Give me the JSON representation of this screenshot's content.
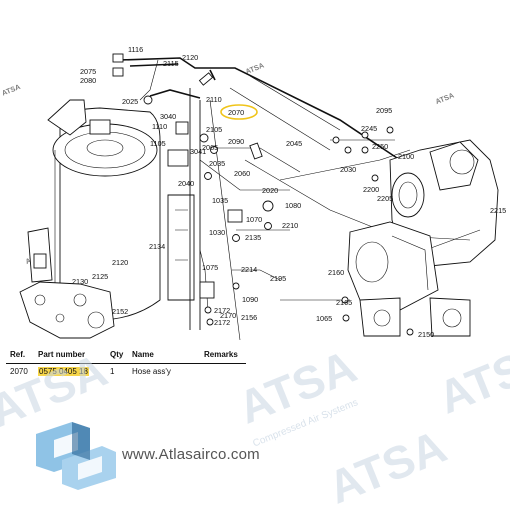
{
  "diagram": {
    "callouts": [
      "1116",
      "2115",
      "2120",
      "2075",
      "2080",
      "2025",
      "3040",
      "2105",
      "2110",
      "2070",
      "1110",
      "1105",
      "3041",
      "2065",
      "2090",
      "2035",
      "2040",
      "2060",
      "2045",
      "2095",
      "2245",
      "2250",
      "2100",
      "2030",
      "2200",
      "2205",
      "2215",
      "2020",
      "1035",
      "1070",
      "1080",
      "2210",
      "1030",
      "2135",
      "2134",
      "2120",
      "2125",
      "2130",
      "1075",
      "2214",
      "2195",
      "2160",
      "1090",
      "2165",
      "2172",
      "2152",
      "2172",
      "2170",
      "2156",
      "1065",
      "2150"
    ],
    "highlight_callout": "2070"
  },
  "table": {
    "headers": {
      "ref": "Ref.",
      "part_number": "Part number",
      "qty": "Qty",
      "name": "Name",
      "remarks": "Remarks"
    },
    "rows": [
      {
        "ref": "2070",
        "part_number": "0575 0405 18",
        "qty": "1",
        "name": "Hose ass'y",
        "remarks": ""
      }
    ]
  },
  "watermark": {
    "brand": "ATSA",
    "subtitle": "Compressed Air Systems"
  },
  "website": "www.Atlasairco.com",
  "colors": {
    "highlight": "#f7d64a",
    "logo_blue": "#8fc3e6",
    "logo_dark": "#1e5a8c",
    "watermark": "#c9d6e3"
  }
}
